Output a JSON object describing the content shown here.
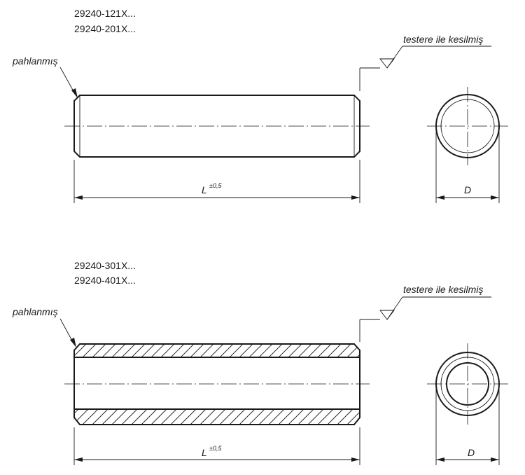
{
  "view_top": {
    "codes": [
      "29240-121X...",
      "29240-201X..."
    ],
    "chamfer_note": "pahlanmış",
    "surface_note": "testere ile kesilmiş",
    "length_label": "L",
    "length_tolerance": "±0,5",
    "diameter_label": "D"
  },
  "view_bottom": {
    "codes": [
      "29240-301X...",
      "29240-401X..."
    ],
    "chamfer_note": "pahlanmış",
    "surface_note": "testere ile kesilmiş",
    "length_label": "L",
    "length_tolerance": "±0,5",
    "diameter_label": "D"
  }
}
